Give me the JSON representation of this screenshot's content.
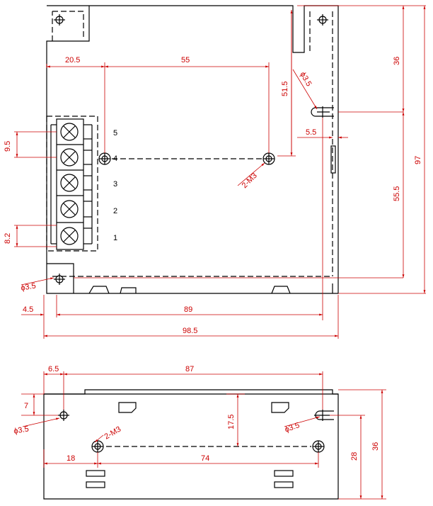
{
  "top_view": {
    "dims": {
      "d20_5": "20.5",
      "d55": "55",
      "d51_5": "51.5",
      "dia3_5_top": "ϕ3.5",
      "d5_5": "5.5",
      "d9_5": "9.5",
      "d8_2": "8.2",
      "m3": "2-M3",
      "dia3_5_left": "ϕ3.5",
      "d4_5": "4.5",
      "d89": "89",
      "d98_5": "98.5",
      "d36": "36",
      "d97": "97",
      "d55_5": "55.5"
    },
    "terminals": [
      "5",
      "4",
      "3",
      "2",
      "1"
    ]
  },
  "side_view": {
    "dims": {
      "d6_5": "6.5",
      "d87": "87",
      "d7": "7",
      "dia3_5_left": "ϕ3.5",
      "m3": "2-M3",
      "d17_5": "17.5",
      "dia3_5_right": "ϕ3.5",
      "d18": "18",
      "d74": "74",
      "d28": "28",
      "d36": "36"
    }
  },
  "colors": {
    "dimension": "#cc0000",
    "outline": "#000000"
  }
}
